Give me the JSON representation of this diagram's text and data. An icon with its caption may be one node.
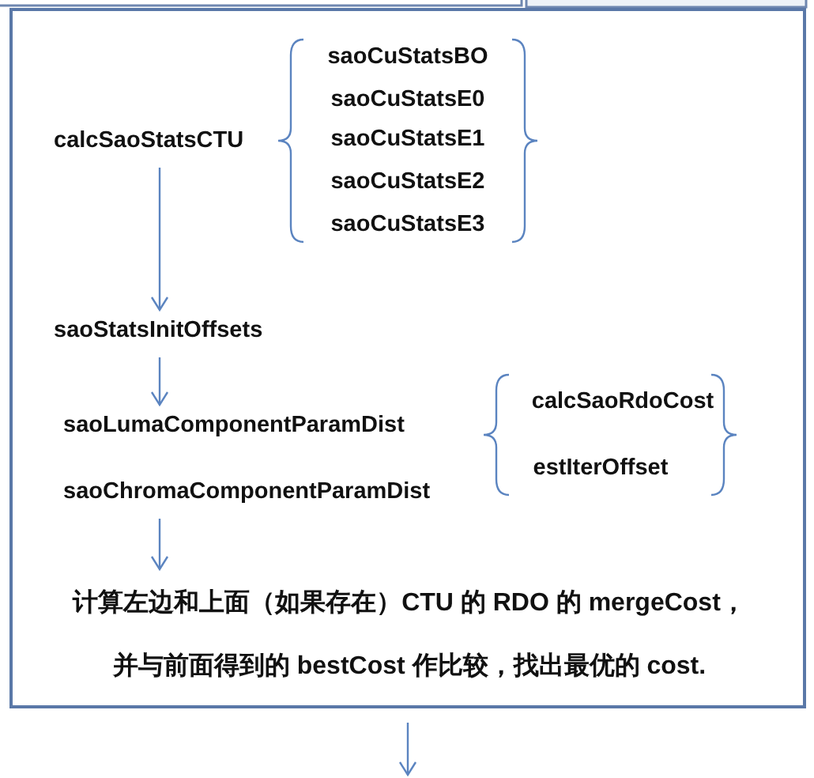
{
  "diagram": {
    "nodes": [
      {
        "text": [],
        "shape": "box"
      },
      {
        "text": [
          "calcSaoStatsCTU"
        ],
        "in": 0
      },
      {
        "text": [
          "saoCuStatsBO",
          "saoCuStatsE0",
          "saoCuStatsE1",
          "saoCuStatsE2",
          "saoCuStatsE3"
        ],
        "in": 0
      },
      {
        "text": [
          "saoStatsInitOffsets"
        ],
        "in": 0
      },
      {
        "text": [
          "saoLumaComponentParamDist"
        ],
        "in": 0
      },
      {
        "text": [
          "saoChromaComponentParamDist"
        ],
        "in": 0
      },
      {
        "text": [
          "calcSaoRdoCost",
          "estIterOffset"
        ],
        "in": 0
      },
      {
        "text": [
          "计算左边和上面（如果存在）CTU 的 RDO 的 mergeCost，并与前面得到的 bestCost 作比较，找出最优的 cost."
        ],
        "in": 0
      }
    ],
    "edges": [
      {
        "from": 1,
        "to": 3,
        "arrow": "to"
      },
      {
        "from": 3,
        "to": 4,
        "arrow": "to"
      },
      {
        "from": 5,
        "to": 7,
        "arrow": "to"
      },
      {
        "from": 0,
        "to": null,
        "arrow": "to"
      }
    ]
  }
}
